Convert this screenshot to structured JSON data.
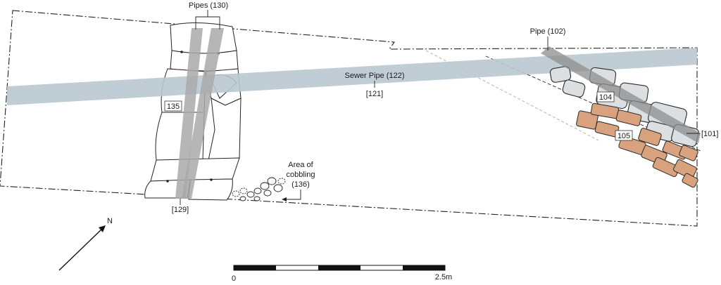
{
  "labels": {
    "pipes_130": "Pipes (130)",
    "pipe_102": "Pipe (102)",
    "sewer_pipe": "Sewer Pipe (122)",
    "cut_121": "[121]",
    "ctx_135": "135",
    "ctx_104": "104",
    "ctx_105": "105",
    "cut_101": "[101]",
    "cut_129": "[129]",
    "cobbling_line1": "Area of",
    "cobbling_line2": "cobbling",
    "cobbling_line3": "(136)",
    "north": "N"
  },
  "scale_bar": {
    "start_label": "0",
    "end_label": "2.5m",
    "segments": 5
  },
  "colors": {
    "sewer_pipe": "#b9c8cf",
    "pipes": "#a9a9a9",
    "brick": "#d9a27e",
    "grey_stone": "#dcdfe2",
    "cut_line": "#c9b999"
  }
}
